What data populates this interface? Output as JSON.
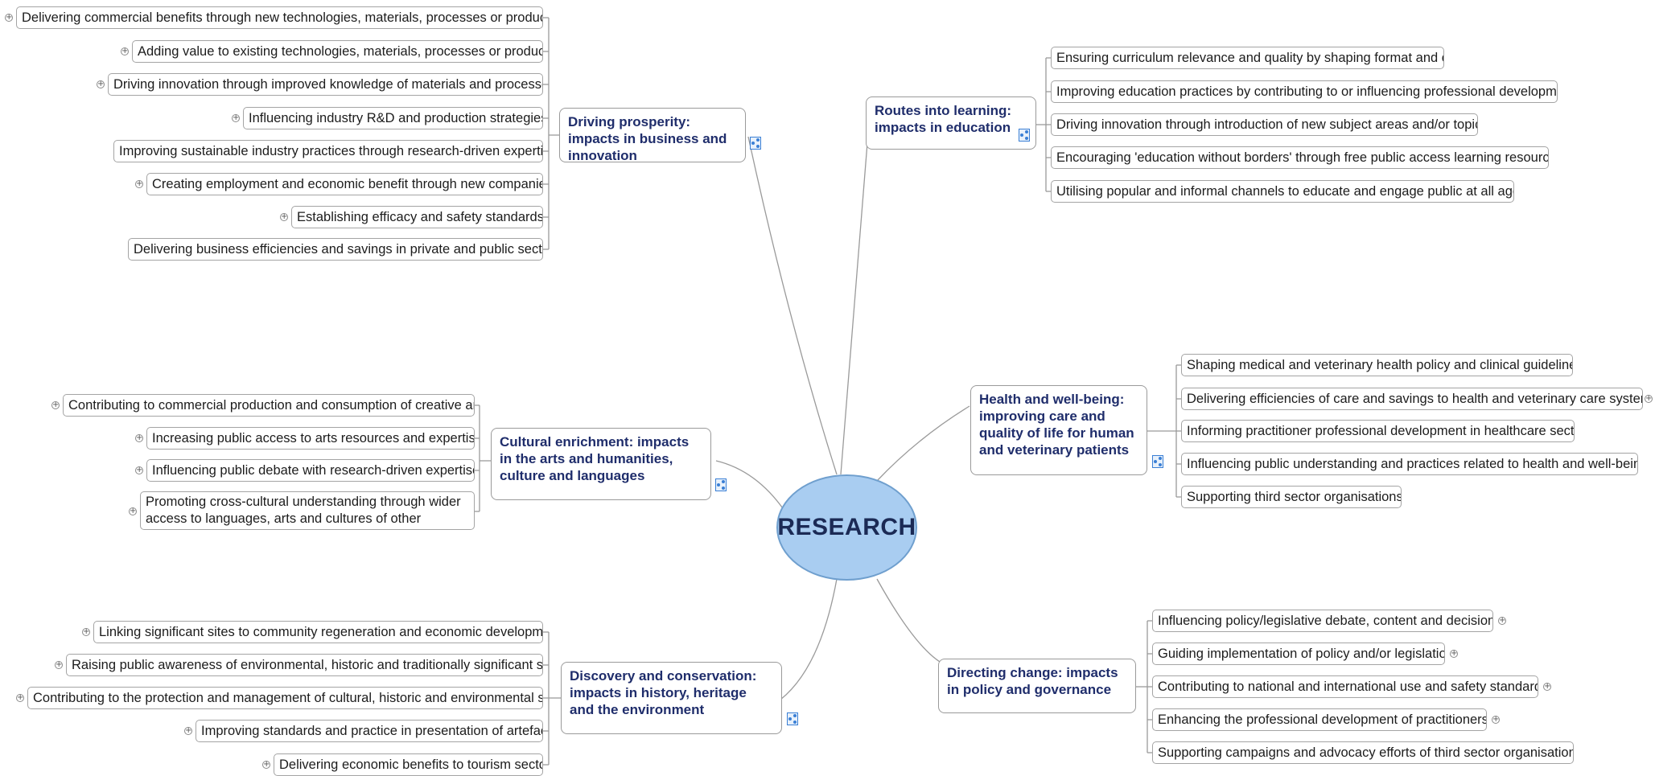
{
  "center": {
    "label": "RESEARCH"
  },
  "colors": {
    "center_fill": "#a9cdf1",
    "main_text": "#1f2d6b",
    "connector": "#9a9a9a",
    "map_icon": "#3a7fd5"
  },
  "icons": {
    "collapsed_marker": "plus-circle-icon",
    "mindmap_link": "mindmap-link-icon"
  },
  "branches": {
    "prosperity": {
      "title": "Driving prosperity: impacts in business and innovation",
      "items": [
        "Delivering commercial benefits through new technologies, materials, processes or products",
        "Adding value to existing technologies, materials, processes or products",
        "Driving innovation through improved knowledge of materials and processes",
        "Influencing industry R&D and production strategies",
        "Improving sustainable industry practices through research-driven expertise",
        "Creating employment and economic benefit through new companies",
        "Establishing efficacy and safety standards",
        "Delivering business efficiencies and savings in private and public sector"
      ]
    },
    "learning": {
      "title": "Routes into learning: impacts in education",
      "items": [
        "Ensuring curriculum relevance and quality by shaping format and content",
        "Improving education practices by contributing to or influencing professional development",
        "Driving innovation through introduction of new subject areas and/or topics",
        "Encouraging 'education without borders' through free public access learning resources",
        "Utilising popular and informal channels to educate and engage public at all ages"
      ]
    },
    "culture": {
      "title": "Cultural enrichment: impacts in the arts and humanities, culture and languages",
      "items": [
        "Contributing to commercial production and consumption of creative arts",
        "Increasing public access to arts resources and expertise",
        "Influencing public debate with research-driven expertise",
        "Promoting cross-cultural understanding through wider access to languages, arts and cultures of other countries"
      ]
    },
    "health": {
      "title": "Health and well-being: improving care and quality of life for human and veterinary patients",
      "items": [
        "Shaping medical and veterinary health policy and clinical guidelines",
        "Delivering efficiencies of care and savings to health and veterinary care systems",
        "Informing practitioner professional development in healthcare sector",
        "Influencing public understanding and practices related to health and well-being",
        "Supporting third sector organisations"
      ]
    },
    "discovery": {
      "title": "Discovery and conservation: impacts in history, heritage and the environment",
      "items": [
        "Linking significant sites to community regeneration and economic development",
        "Raising public awareness of environmental, historic and traditionally significant sites",
        "Contributing to the protection and management of cultural, historic and environmental sites",
        "Improving standards and practice in presentation of artefacts",
        "Delivering economic benefits to tourism sector"
      ]
    },
    "policy": {
      "title": "Directing change: impacts in policy and governance",
      "items": [
        "Influencing policy/legislative debate, content and decisions",
        "Guiding implementation of policy and/or legislation",
        "Contributing to national and international use and safety standards",
        "Enhancing the professional development of practitioners",
        "Supporting campaigns and advocacy efforts of third sector organisations"
      ]
    }
  }
}
